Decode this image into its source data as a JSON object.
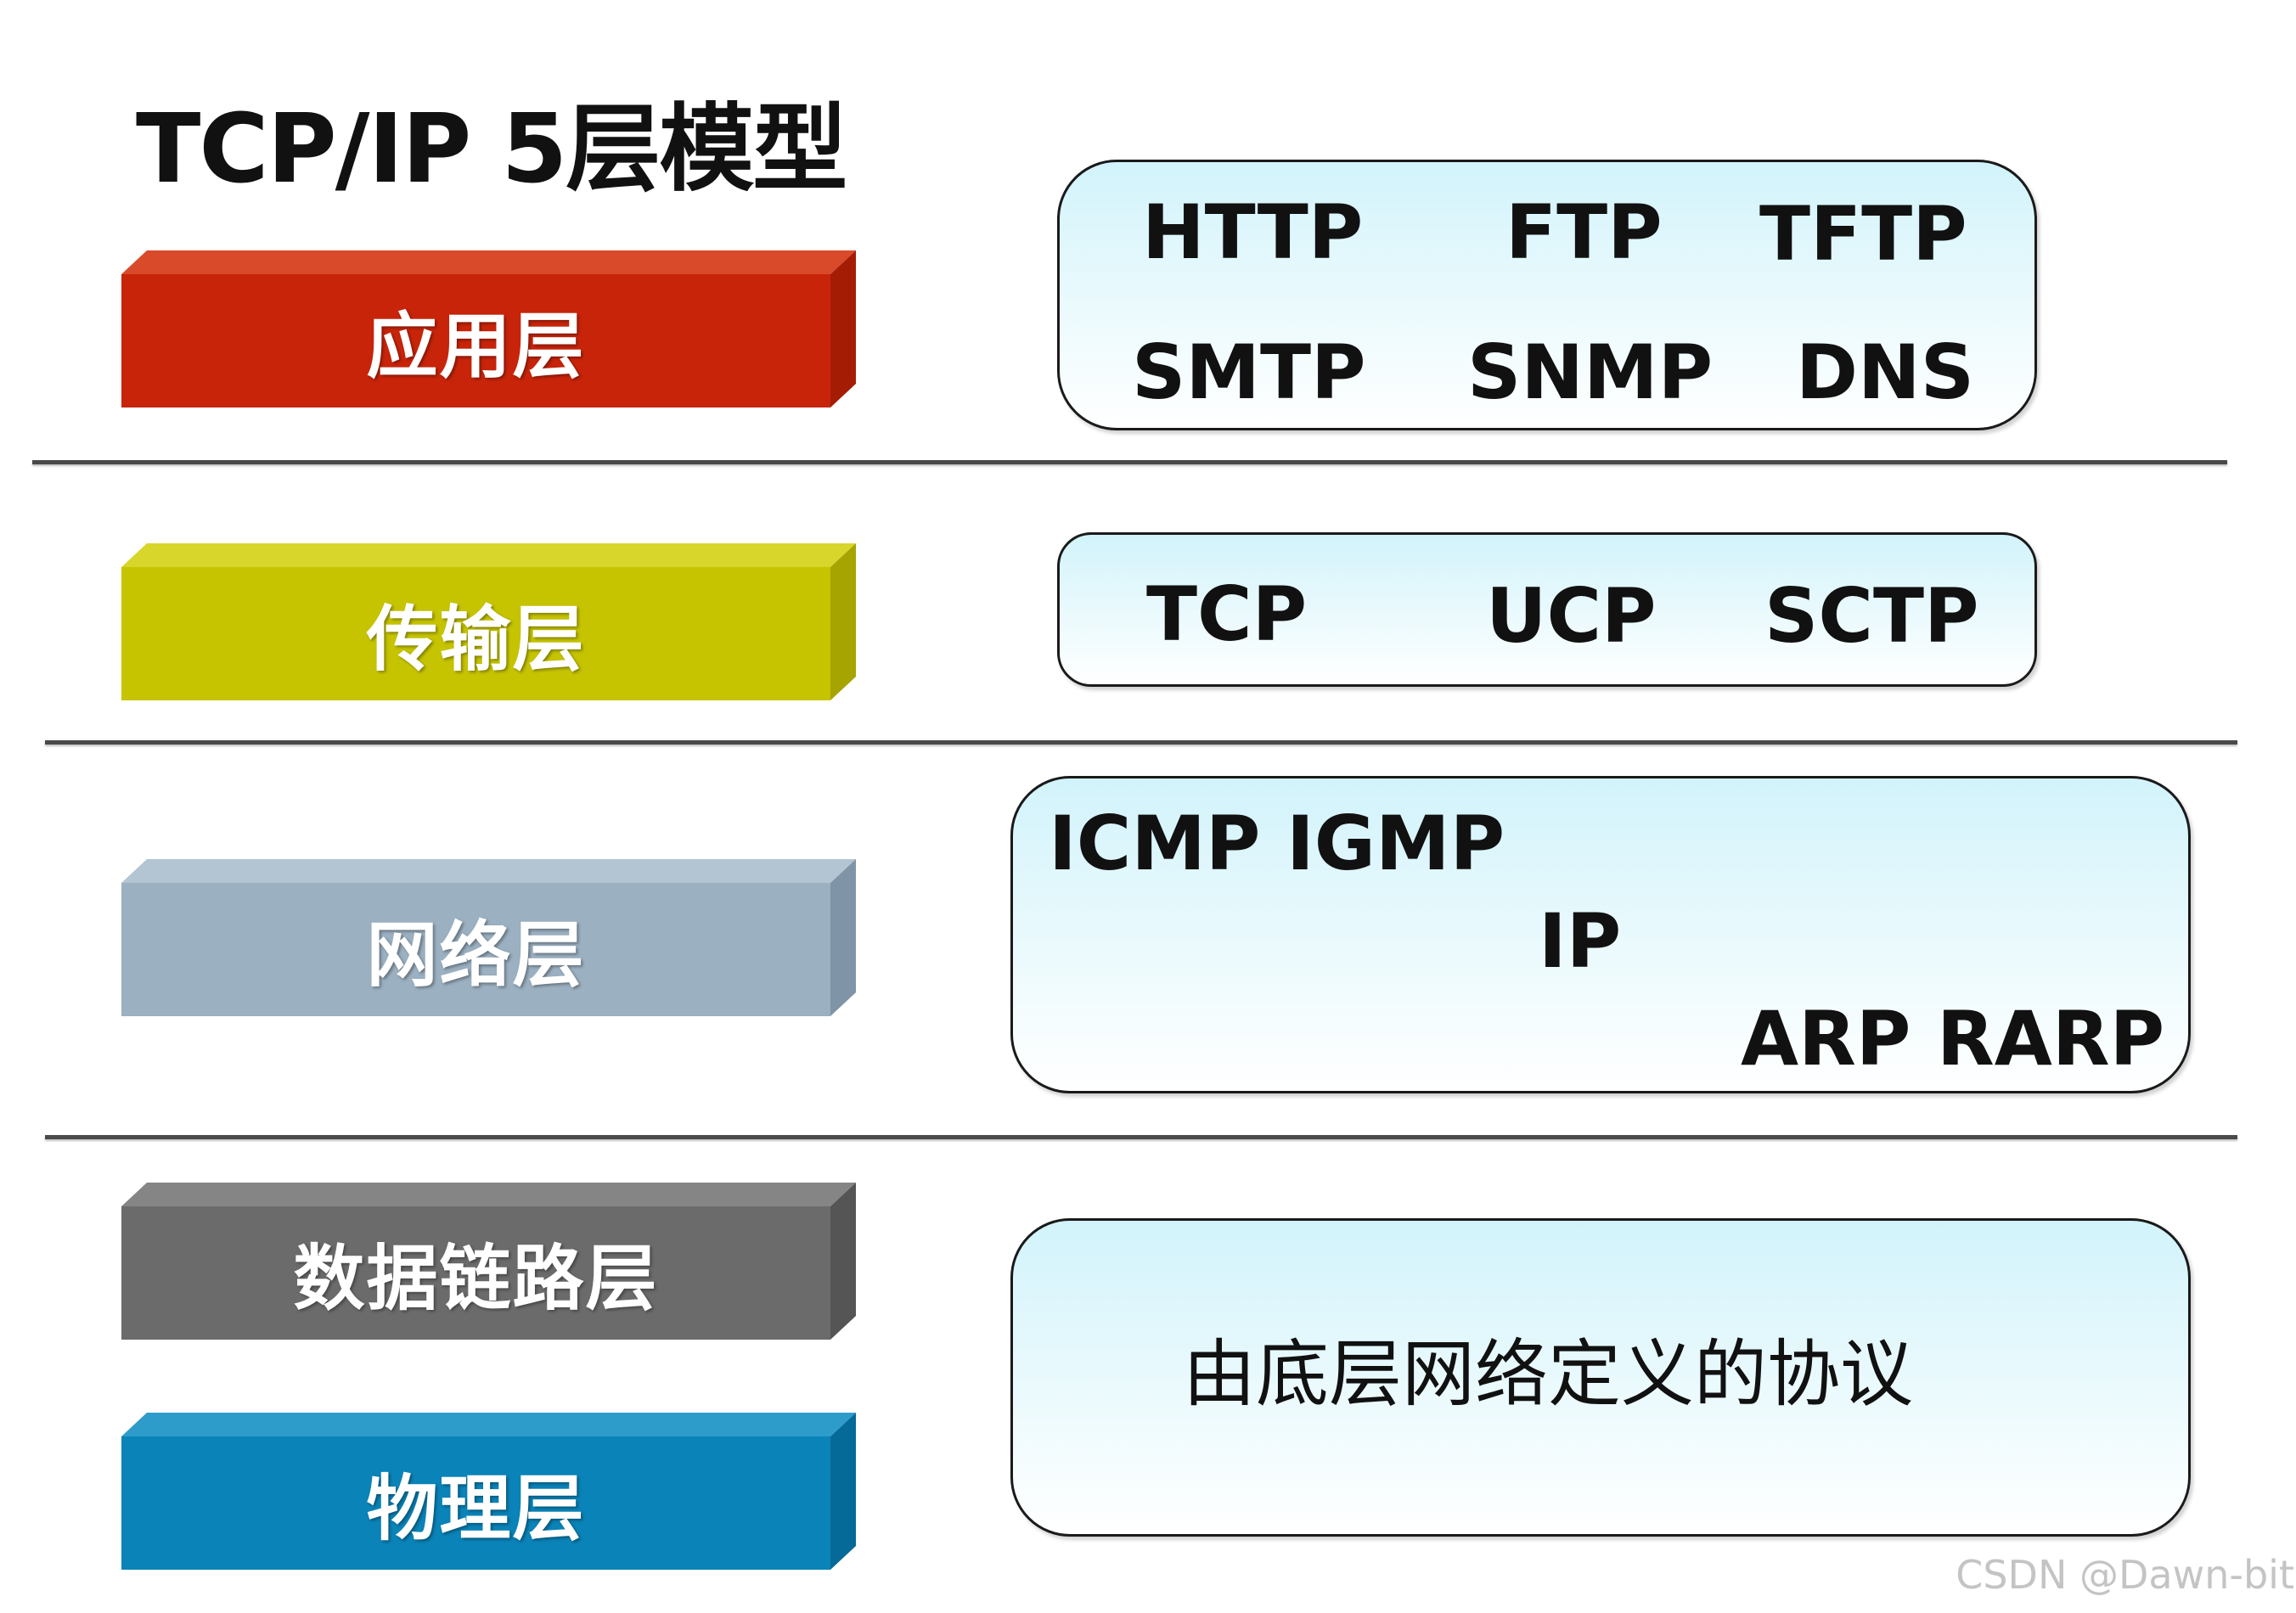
{
  "title": "TCP/IP 5层模型",
  "layers": [
    {
      "label": "应用层",
      "color": "#c8240a",
      "top_color": "#d94a2a",
      "side_color": "#a51c05"
    },
    {
      "label": "传输层",
      "color": "#c6c400",
      "top_color": "#d8d62a",
      "side_color": "#a6a400"
    },
    {
      "label": "网络层",
      "color": "#9bb0c1",
      "top_color": "#b3c4d2",
      "side_color": "#7f95a7"
    },
    {
      "label": "数据链路层",
      "color": "#6b6b6b",
      "top_color": "#858585",
      "side_color": "#555555"
    },
    {
      "label": "物理层",
      "color": "#0a83b8",
      "top_color": "#2e9ccb",
      "side_color": "#066a98"
    }
  ],
  "application_protocols": [
    "HTTP",
    "FTP",
    "TFTP",
    "SMTP",
    "SNMP",
    "DNS"
  ],
  "transport_protocols": [
    "TCP",
    "UCP",
    "SCTP"
  ],
  "network_protocols": [
    "ICMP IGMP",
    "IP",
    "ARP RARP"
  ],
  "bottom_box_text": "由底层网络定义的协议",
  "watermark": "CSDN @Dawn-bit"
}
